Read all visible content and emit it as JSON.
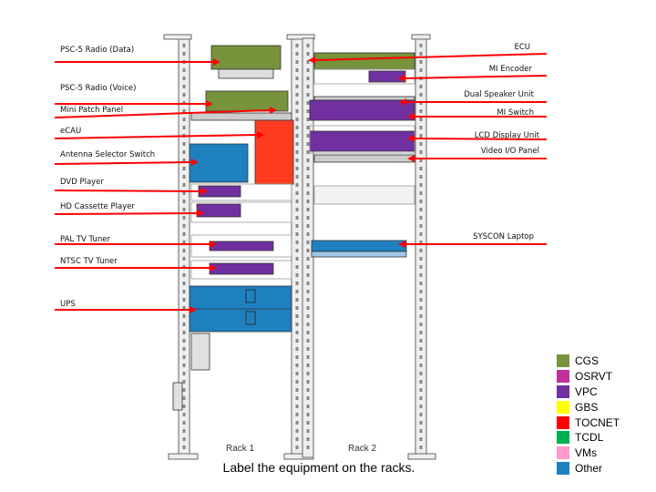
{
  "caption": "Label the equipment on the racks.",
  "racks": [
    "Rack 1",
    "Rack 2"
  ],
  "left_labels": [
    "PSC-5 Radio (Data)",
    "PSC-5 Radio (Voice)",
    "Mini Patch Panel",
    "eCAU",
    "Antenna Selector Switch",
    "DVD Player",
    "HD Cassette Player",
    "PAL TV Tuner",
    "NTSC TV Tuner",
    "UPS"
  ],
  "right_labels": [
    "ECU",
    "MI Encoder",
    "Dual Speaker Unit",
    "MI Switch",
    "LCD Display Unit",
    "Video I/O Panel",
    "SYSCON Laptop"
  ],
  "legend": [
    {
      "label": "CGS",
      "color": "#77933c"
    },
    {
      "label": "OSRVT",
      "color": "#c0309a"
    },
    {
      "label": "VPC",
      "color": "#7030a0"
    },
    {
      "label": "GBS",
      "color": "#ffff00"
    },
    {
      "label": "TOCNET",
      "color": "#ff0000"
    },
    {
      "label": "TCDL",
      "color": "#00b050"
    },
    {
      "label": "VMs",
      "color": "#ff99cc"
    },
    {
      "label": "Other",
      "color": "#1f80c0"
    }
  ]
}
